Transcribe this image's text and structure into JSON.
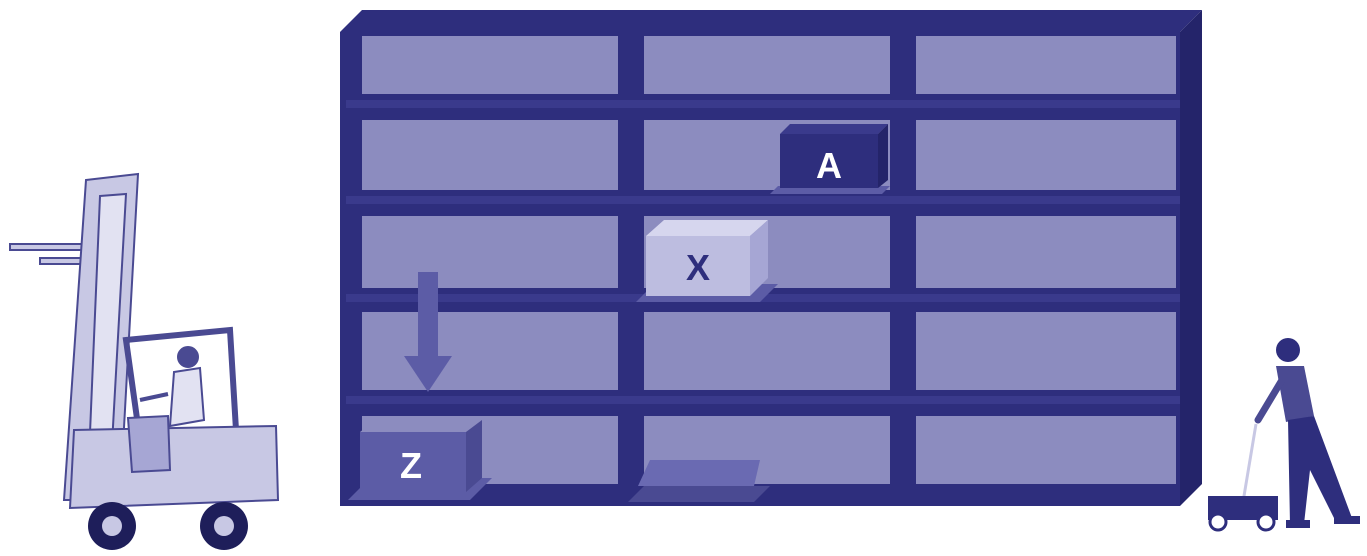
{
  "boxes": {
    "a": {
      "label": "A"
    },
    "x": {
      "label": "X"
    },
    "z": {
      "label": "Z"
    }
  },
  "colors": {
    "frame": "#2e2e7d",
    "frame_dark": "#24246a",
    "panel": "#8c8cbf",
    "panel_light": "#9696c8",
    "box_dark": "#2e2e7d",
    "box_light": "#bdbde0",
    "box_mid": "#5c5ca6",
    "text_light": "#ffffff",
    "text_dark": "#2e2e7d",
    "equipment": "#c8c8e4",
    "equipment_stroke": "#4a4a92",
    "wheel": "#1e1e5a"
  }
}
